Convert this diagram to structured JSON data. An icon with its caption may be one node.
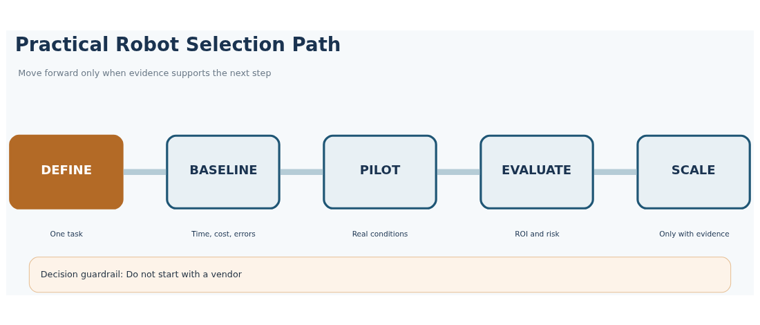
{
  "diagram": {
    "title": "Practical Robot Selection Path",
    "nodes": [
      {
        "text": [
          "DEFINE"
        ],
        "beside": [
          "One task"
        ]
      },
      {
        "text": [
          "BASELINE"
        ],
        "beside": [
          "Time, cost, errors"
        ]
      },
      {
        "text": [
          "PILOT"
        ],
        "beside": [
          "Real conditions"
        ]
      },
      {
        "text": [
          "EVALUATE"
        ],
        "beside": [
          "ROI and risk"
        ]
      },
      {
        "text": [
          "SCALE"
        ],
        "beside": [
          "Only with evidence"
        ]
      },
      {
        "text": [
          "Decision guardrail: Do not start with a vendor"
        ]
      }
    ],
    "edges": [
      {
        "from": 0,
        "to": 1,
        "arrow": "none"
      },
      {
        "from": 1,
        "to": 2,
        "arrow": "none"
      },
      {
        "from": 2,
        "to": 3,
        "arrow": "none"
      },
      {
        "from": 3,
        "to": 4,
        "arrow": "none"
      }
    ],
    "labels": [
      "Move forward only when evidence supports the next step"
    ]
  }
}
